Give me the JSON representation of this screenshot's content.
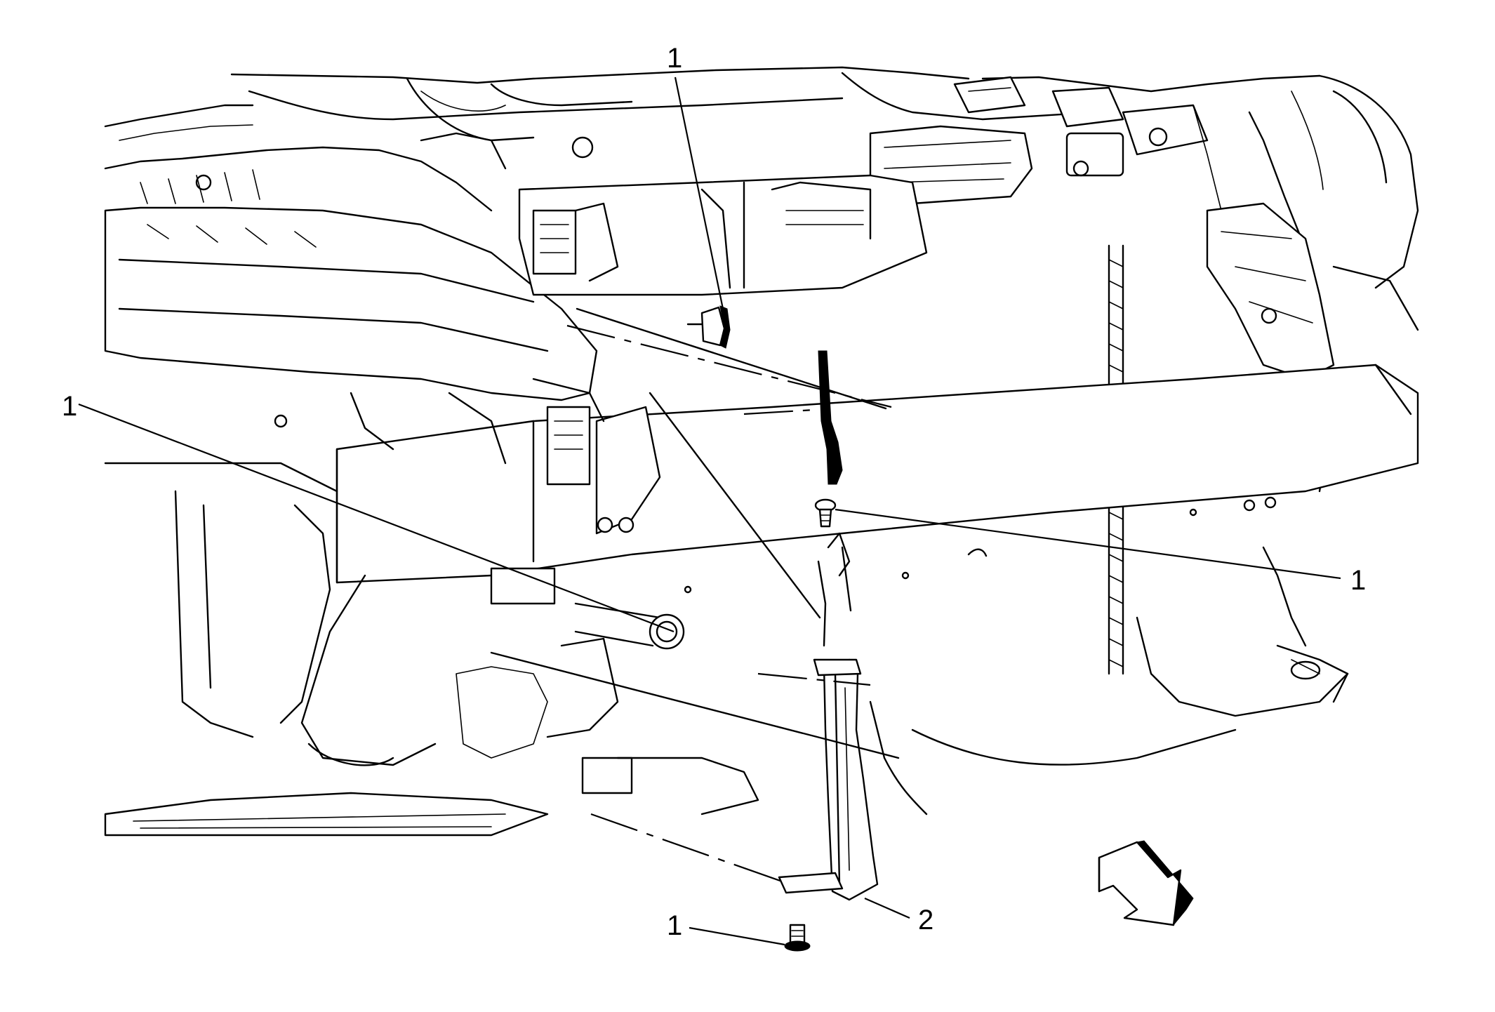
{
  "callouts": [
    {
      "id": "c1",
      "label": "1"
    },
    {
      "id": "c2",
      "label": "1"
    },
    {
      "id": "c3",
      "label": "1"
    },
    {
      "id": "c4",
      "label": "1"
    },
    {
      "id": "c5",
      "label": "2"
    }
  ],
  "colors": {
    "ink": "#000000",
    "paper": "#ffffff"
  },
  "icons": {
    "direction_arrow": "front-direction-arrow-icon",
    "fastener": "push-pin-retainer-icon"
  }
}
